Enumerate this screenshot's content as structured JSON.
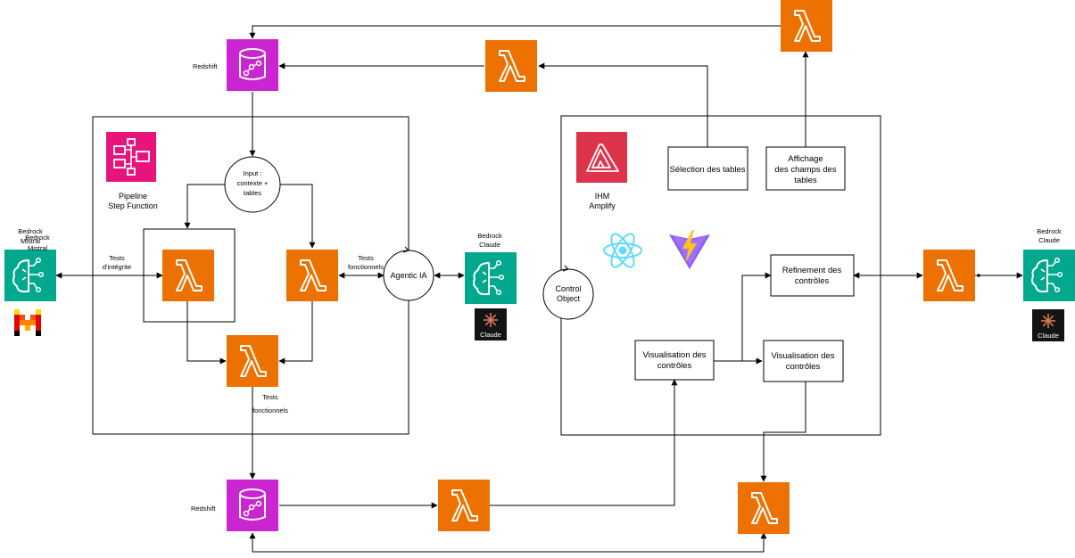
{
  "labels": {
    "redshift_top": "Redshift",
    "redshift_bottom": "Redshift",
    "pipeline_line1": "Pipeline",
    "pipeline_line2": "Step Function",
    "input_line1": "Input :",
    "input_line2": "contexte +",
    "input_line3": "tables",
    "tests_integrite_line1": "Tests",
    "tests_integrite_line2": "d'intégrite",
    "tests_fonc_line1": "Tests",
    "tests_fonc_line2": "fonctionnels",
    "tests_fonc_bottom_line1": "Tests",
    "tests_fonc_bottom_line2": "fonctionnels",
    "agentic_ia": "Agentic IA",
    "bedrock_left_a": "Bedrock",
    "bedrock_left_b": "Bedrock",
    "bedrock_left_c": "Mistral",
    "bedrock_left_d": "Mistral",
    "bedrock_mid_line1": "Bedrock",
    "bedrock_mid_line2": "Claude",
    "bedrock_right_line1": "Bedrock",
    "bedrock_right_line2": "Claude",
    "claude_logo_mid": "Claude",
    "claude_logo_right": "Claude",
    "ihm_line1": "IHM",
    "ihm_line2": "Amplify",
    "control_line1": "Control",
    "control_line2": "Object",
    "selection_tables": "Sélection des tables",
    "affichage_line1": "Affichage",
    "affichage_line2": "des champs des",
    "affichage_line3": "tables",
    "refinement_line1": "Refinement des",
    "refinement_line2": "contrôles",
    "visu1_line1": "Visualisation des",
    "visu1_line2": "contrôles",
    "visu2_line1": "Visualisation des",
    "visu2_line2": "contrôles"
  },
  "icons": {
    "lambda": "lambda-icon",
    "redshift": "redshift-icon",
    "step_functions": "step-functions-icon",
    "bedrock": "bedrock-icon",
    "amplify": "amplify-icon",
    "react": "react-icon",
    "vite": "vite-icon",
    "mistral": "mistral-logo",
    "claude": "claude-logo"
  },
  "colors": {
    "lambda": "#ED7100",
    "redshift": "#C925D1",
    "step_functions": "#E7157B",
    "bedrock": "#01A88D",
    "amplify": "#DD344C",
    "react": "#61DAFB",
    "vite_purple": "#8B5CF6",
    "vite_yellow": "#FFC517"
  }
}
